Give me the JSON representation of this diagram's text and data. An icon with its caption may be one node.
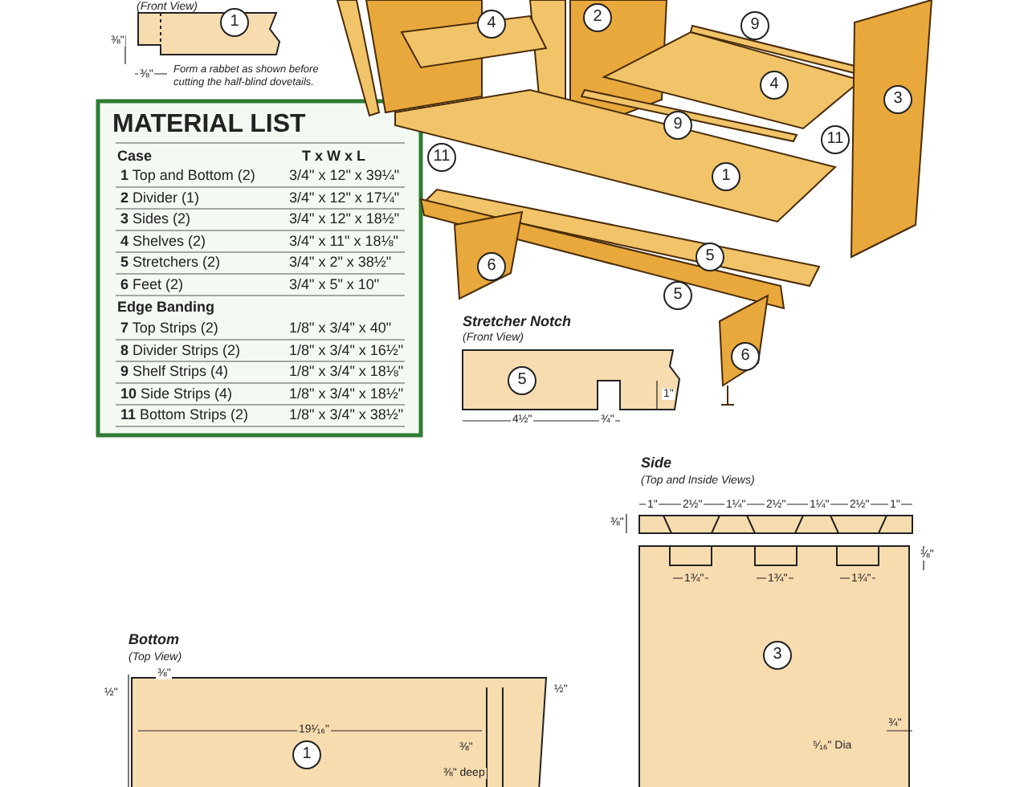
{
  "diagram": {
    "labels": [
      "(Front View)",
      "1",
      "⅜\"",
      "⅜\"",
      "Form a rabbet as shown before cutting the half-blind dovetails.",
      "MATERIAL LIST",
      "Case",
      "T x W x L",
      "**1** Top and Bottom (2)",
      "3/4\" x 12\" x 39¼\"",
      "**2** Divider (1)",
      "3/4\" x 12\" x 17¼\"",
      "**3** Sides (2)",
      "3/4\" x 12\" x 18½\"",
      "**4** Shelves (2)",
      "3/4\" x 11\" x 18⅛\"",
      "**5** Stretchers (2)",
      "3/4\" x 2\" x 38½\"",
      "**6** Feet (2)",
      "3/4\" x 5\" x 10\"",
      "Edge Banding",
      "**7** Top Strips (2)",
      "1/8\" x 3/4\" x 40\"",
      "**8** Divider Strips (2)",
      "1/8\" x 3/4\" x 16½\"",
      "**9** Shelf Strips (4)",
      "1/8\" x 3/4\" x 18⅛\"",
      "**10** Side Strips (4)",
      "1/8\" x 3/4\" x 18½\"",
      "**11** Bottom Strips (2)",
      "1/8\" x 3/4\" x 38½\"",
      "2",
      "4",
      "9",
      "4",
      "3",
      "9",
      "11",
      "11",
      "1",
      "5",
      "5",
      "6",
      "6",
      "Stretcher Notch",
      "(Front View)",
      "5",
      "1\"",
      "4½\"",
      "¾\"",
      "Side",
      "(Top and Inside Views)",
      "1\"",
      "2½\"",
      "1¼\"",
      "2½\"",
      "1¼\"",
      "2½\"",
      "1\"",
      "⅜\"",
      "⅜\"",
      "1¾\"",
      "1¾\"",
      "1¾\"",
      "3",
      "¾\"",
      "⁵⁄₁₆\" Dia",
      "Bottom",
      "(Top View)",
      "⅜\"",
      "½\"",
      "19¹⁄₁₆\"",
      "½\"",
      "1",
      "⅜\"",
      "⅜\" deep"
    ]
  }
}
